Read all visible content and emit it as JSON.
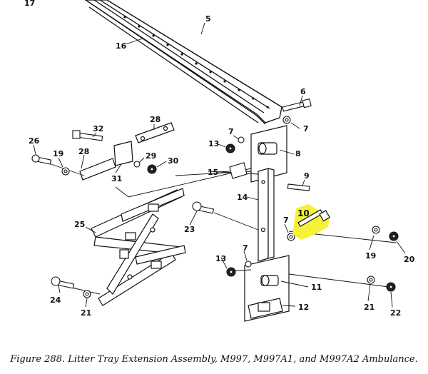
{
  "callouts": {
    "c17": "17",
    "c5": "5",
    "c16": "16",
    "c6": "6",
    "c7a": "7",
    "c28a": "28",
    "c32": "32",
    "c26": "26",
    "c19a": "19",
    "c28b": "28",
    "c29": "29",
    "c30": "30",
    "c31": "31",
    "c7b": "7",
    "c13a": "13",
    "c8": "8",
    "c15": "15",
    "c9": "9",
    "c14": "14",
    "c25": "25",
    "c23": "23",
    "c10": "10",
    "c7c": "7",
    "c19b": "19",
    "c20": "20",
    "c13b": "13",
    "c7d": "7",
    "c11": "11",
    "c24": "24",
    "c21a": "21",
    "c21b": "21",
    "c22": "22",
    "c12": "12"
  },
  "highlight": {
    "part": "10",
    "color": "#f7f13a"
  },
  "caption": "Figure 288.  Litter Tray Extension Assembly, M997, M997A1, and M997A2 Ambulance."
}
